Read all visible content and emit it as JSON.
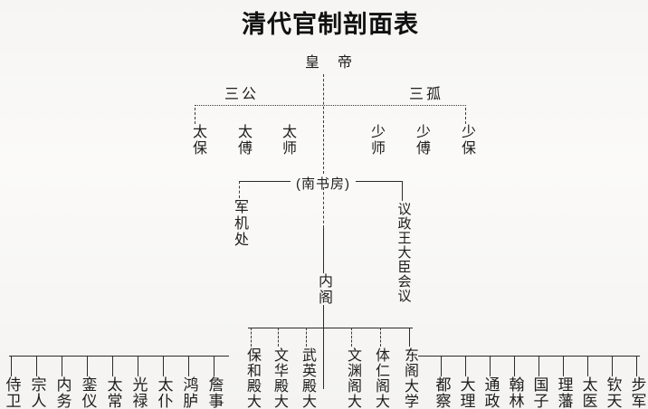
{
  "title": "清代官制剖面表",
  "diagram": {
    "emperor": "皇　帝",
    "sangong_label": "三公",
    "sangu_label": "三孤",
    "sangong": [
      "太保",
      "太傅",
      "太师"
    ],
    "sangu": [
      "少师",
      "少傅",
      "少保"
    ],
    "nanshufang": "(南书房)",
    "grand_council": "军机处",
    "deliberative_council": "议政王大臣会议",
    "grand_secretariat": "内阁",
    "halls": [
      "保和殿大",
      "文华殿大",
      "武英殿大",
      "文渊阁大",
      "体仁阁大",
      "东阁大学"
    ],
    "left_offices": [
      "侍卫",
      "宗人",
      "内务",
      "銮仪",
      "太常",
      "光禄",
      "太仆",
      "鸿胪",
      "詹事"
    ],
    "right_offices": [
      "都察",
      "大理",
      "通政",
      "翰林",
      "国子",
      "理藩",
      "太医",
      "钦天",
      "步军"
    ],
    "line_color": "#2b2b2b",
    "background_color": "#f6f5f3"
  }
}
